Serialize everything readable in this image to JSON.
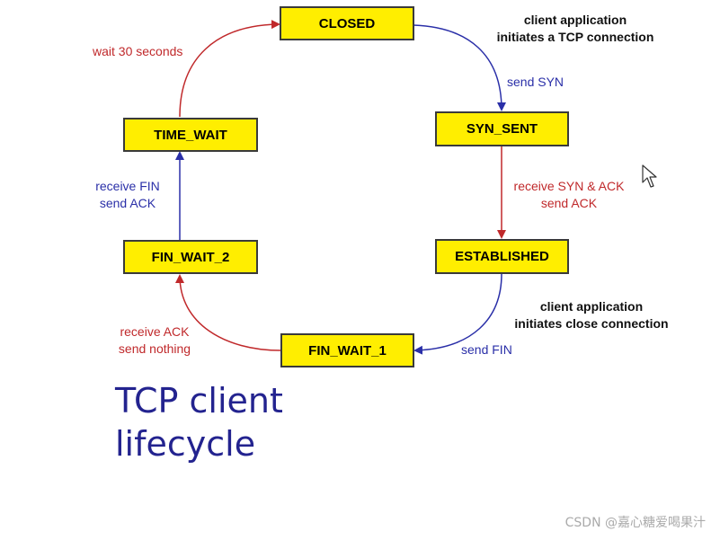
{
  "states": {
    "closed": "CLOSED",
    "syn_sent": "SYN_SENT",
    "established": "ESTABLISHED",
    "fin_wait_1": "FIN_WAIT_1",
    "fin_wait_2": "FIN_WAIT_2",
    "time_wait": "TIME_WAIT"
  },
  "transitions": {
    "closed_to_syn_sent": {
      "condition_line1": "client application",
      "condition_line2": "initiates a TCP connection",
      "action": "send SYN"
    },
    "syn_sent_to_established": {
      "line1": "receive SYN & ACK",
      "line2": "send ACK"
    },
    "established_to_fin_wait_1": {
      "condition_line1": "client application",
      "condition_line2": "initiates close connection",
      "action": "send FIN"
    },
    "fin_wait_1_to_fin_wait_2": {
      "line1": "receive  ACK",
      "line2": "send nothing"
    },
    "fin_wait_2_to_time_wait": {
      "line1": "receive FIN",
      "line2": "send ACK"
    },
    "time_wait_to_closed": {
      "line1": "wait 30 seconds"
    }
  },
  "title": {
    "line1": "TCP client",
    "line2": "lifecycle"
  },
  "watermark": "CSDN @嘉心糖爱喝果汁",
  "colors": {
    "state_fill": "#ffee00",
    "red_arrow": "#c0292b",
    "blue_arrow": "#2a2fa8",
    "title": "#23238f"
  }
}
